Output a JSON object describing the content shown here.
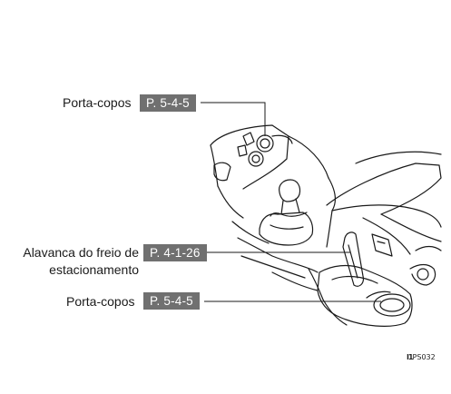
{
  "callouts": [
    {
      "label": "Porta-copos",
      "ref": "P. 5-4-5"
    },
    {
      "label_line1": "Alavanca do freio de",
      "label_line2": "estacionamento",
      "ref": "P. 4-1-26"
    },
    {
      "label": "Porta-copos",
      "ref": "P. 5-4-5"
    }
  ],
  "figure_code": "PS032",
  "figure_code_mark": "I1"
}
